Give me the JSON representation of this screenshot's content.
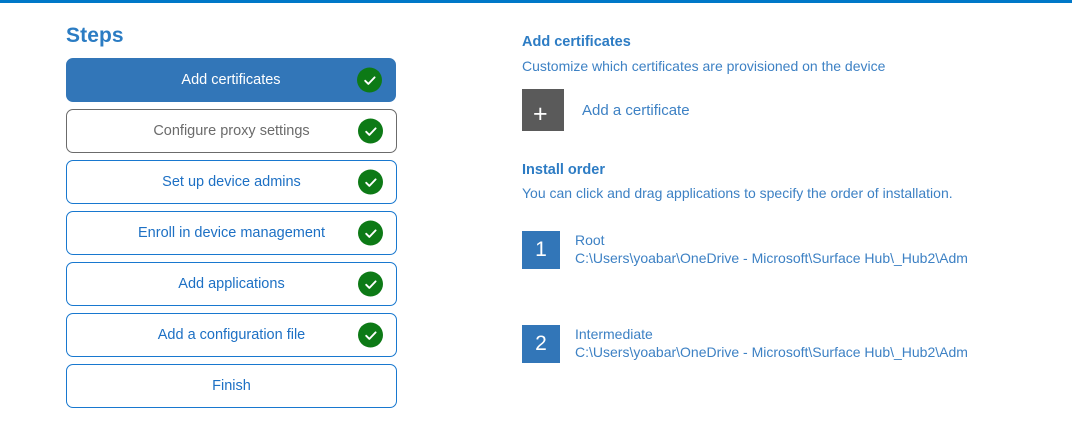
{
  "theme": {
    "accent_blue": "#0078c8",
    "step_active_blue": "#3276b8",
    "step_border_blue": "#1878cf",
    "link_blue": "#3d81c4",
    "heading_blue": "#2d7cc4",
    "check_green": "#0d7a16",
    "muted_gray": "#6b6b6b",
    "tile_gray": "#5a5a5a"
  },
  "steps_panel": {
    "title": "Steps",
    "items": [
      {
        "label": "Add certificates",
        "state": "active",
        "completed": true
      },
      {
        "label": "Configure proxy settings",
        "state": "muted",
        "completed": true
      },
      {
        "label": "Set up device admins",
        "state": "default",
        "completed": true
      },
      {
        "label": "Enroll in device management",
        "state": "default",
        "completed": true
      },
      {
        "label": "Add applications",
        "state": "default",
        "completed": true
      },
      {
        "label": "Add a configuration file",
        "state": "default",
        "completed": true
      },
      {
        "label": "Finish",
        "state": "default",
        "completed": false
      }
    ]
  },
  "detail_panel": {
    "certificates": {
      "heading": "Add certificates",
      "subtitle": "Customize which certificates are provisioned on the device",
      "add_button_label": "Add a certificate",
      "add_button_glyph": "+"
    },
    "install_order": {
      "heading": "Install order",
      "subtitle": "You can click and drag applications to specify the order of installation.",
      "items": [
        {
          "index": "1",
          "name": "Root",
          "path": "C:\\Users\\yoabar\\OneDrive - Microsoft\\Surface Hub\\_Hub2\\Adm"
        },
        {
          "index": "2",
          "name": "Intermediate",
          "path": "C:\\Users\\yoabar\\OneDrive - Microsoft\\Surface Hub\\_Hub2\\Adm"
        }
      ]
    }
  }
}
